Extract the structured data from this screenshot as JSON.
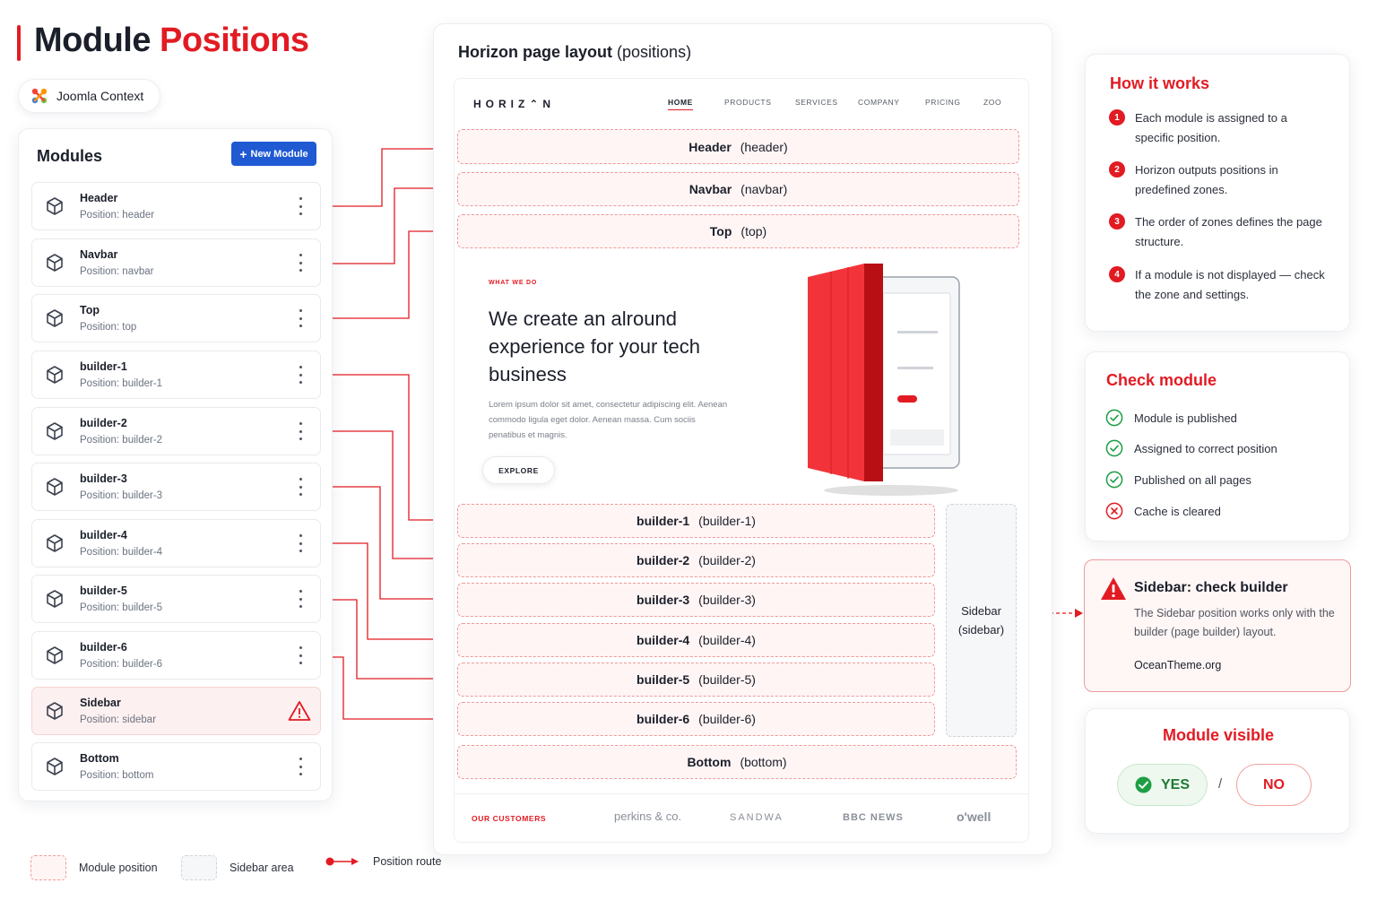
{
  "title": {
    "main": "Module",
    "accent": "Positions"
  },
  "context": {
    "label": "Joomla Context",
    "icon": "joomla-logo-icon"
  },
  "modules": {
    "heading": "Modules",
    "new_button": "New Module",
    "items": [
      {
        "name": "Header",
        "position": "Position: header",
        "status": "ok"
      },
      {
        "name": "Navbar",
        "position": "Position: navbar",
        "status": "ok"
      },
      {
        "name": "Top",
        "position": "Position: top",
        "status": "ok"
      },
      {
        "name": "builder-1",
        "position": "Position: builder-1",
        "status": "ok"
      },
      {
        "name": "builder-2",
        "position": "Position: builder-2",
        "status": "ok"
      },
      {
        "name": "builder-3",
        "position": "Position: builder-3",
        "status": "ok"
      },
      {
        "name": "builder-4",
        "position": "Position: builder-4",
        "status": "ok"
      },
      {
        "name": "builder-5",
        "position": "Position: builder-5",
        "status": "ok"
      },
      {
        "name": "builder-6",
        "position": "Position: builder-6",
        "status": "ok"
      },
      {
        "name": "Sidebar",
        "position": "Position: sidebar",
        "status": "warning"
      },
      {
        "name": "Bottom",
        "position": "Position: bottom",
        "status": "ok"
      }
    ]
  },
  "layout": {
    "title": "Horizon page layout",
    "subtitle": "(positions)",
    "logo": "HORIZ^N",
    "nav": [
      "HOME",
      "PRODUCTS",
      "SERVICES",
      "COMPANY",
      "PRICING",
      "ZOO"
    ],
    "zones": {
      "header": {
        "name": "Header",
        "code": "(header)"
      },
      "navbar": {
        "name": "Navbar",
        "code": "(navbar)"
      },
      "top": {
        "name": "Top",
        "code": "(top)"
      },
      "builders": [
        {
          "name": "builder-1",
          "code": "(builder-1)"
        },
        {
          "name": "builder-2",
          "code": "(builder-2)"
        },
        {
          "name": "builder-3",
          "code": "(builder-3)"
        },
        {
          "name": "builder-4",
          "code": "(builder-4)"
        },
        {
          "name": "builder-5",
          "code": "(builder-5)"
        },
        {
          "name": "builder-6",
          "code": "(builder-6)"
        }
      ],
      "sidebar": {
        "name": "Sidebar",
        "code": "(sidebar)"
      },
      "bottom": {
        "name": "Bottom",
        "code": "(bottom)"
      }
    },
    "hero": {
      "kicker": "WHAT WE DO",
      "headline": "We create an alround experience for your tech business",
      "body": "Lorem ipsum dolor sit amet, consectetur adipiscing elit. Aenean commodo ligula eget dolor. Aenean massa. Cum sociis penatibus et magnis.",
      "cta": "EXPLORE"
    },
    "customers": {
      "label": "OUR CUSTOMERS",
      "brands": [
        "perkins & co.",
        "SANDWA",
        "BBC NEWS",
        "o'well"
      ]
    }
  },
  "how_it_works": {
    "heading": "How it works",
    "steps": [
      {
        "num": "1",
        "text": "Each module is assigned to a specific position."
      },
      {
        "num": "2",
        "text": "Horizon outputs positions in predefined zones."
      },
      {
        "num": "3",
        "text": "The order of zones defines the page structure."
      },
      {
        "num": "4",
        "text": "If a module is not displayed — check the zone and settings."
      }
    ]
  },
  "check_module": {
    "heading": "Check module",
    "items": [
      {
        "text": "Module is published",
        "state": "pass"
      },
      {
        "text": "Assigned to correct position",
        "state": "pass"
      },
      {
        "text": "Published on all pages",
        "state": "pass"
      },
      {
        "text": "Cache is cleared",
        "state": "fail"
      }
    ]
  },
  "sidebar_alert": {
    "heading": "Sidebar: check builder",
    "body": "The Sidebar position works only with the builder (page builder) layout.",
    "link": "OceanTheme.org"
  },
  "module_visible": {
    "heading": "Module visible",
    "yes": "YES",
    "separator": "/",
    "no": "NO"
  },
  "legend": {
    "position": "Module position",
    "sidebar": "Sidebar area",
    "route": "Position route"
  },
  "colors": {
    "accent": "#e21b23",
    "primary_button": "#1f5ad3",
    "success": "#1e9e45",
    "zone_border": "#ef9a9a",
    "zone_fill": "#fff5f5"
  }
}
